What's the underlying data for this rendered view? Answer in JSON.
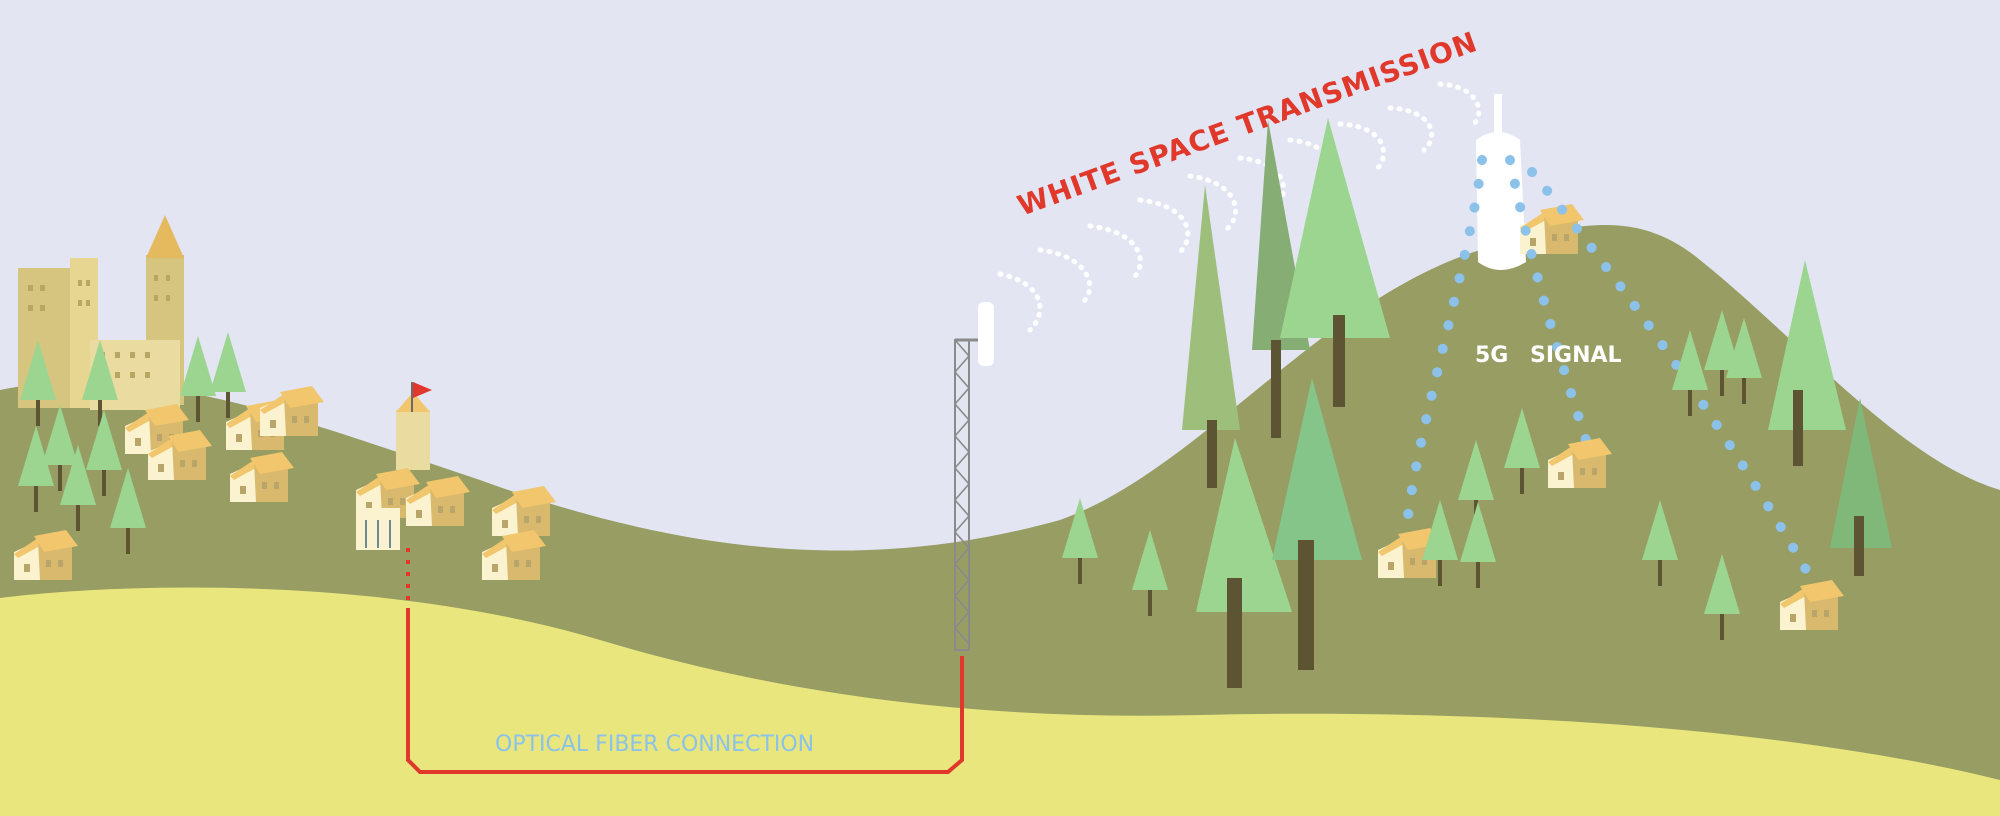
{
  "labels": {
    "white_space": "WHITE SPACE TRANSMISSION",
    "signal_5g": "5G",
    "signal_word": "SIGNAL",
    "optical_fiber": "OPTICAL FIBER CONNECTION"
  },
  "colors": {
    "sky": "#e3e6f2",
    "hill": "#979d63",
    "field": "#e8e67d",
    "fiber_line": "#e0382b",
    "white_space_text": "#e0382b",
    "signal_dots": "#8cc2ea",
    "optical_text": "#8cc2ea",
    "tree_light": "#9bd590",
    "tree_mid": "#7fb878",
    "trunk": "#5d5434",
    "house_wall": "#fbf3cf",
    "house_roof": "#f1c66d",
    "tower": "#8a8a8a"
  },
  "icons": {
    "city": "city-buildings-icon",
    "village": "village-houses-icon",
    "relay_tower": "lattice-tower-icon",
    "base_station": "base-station-icon",
    "flag": "red-flag-icon"
  }
}
